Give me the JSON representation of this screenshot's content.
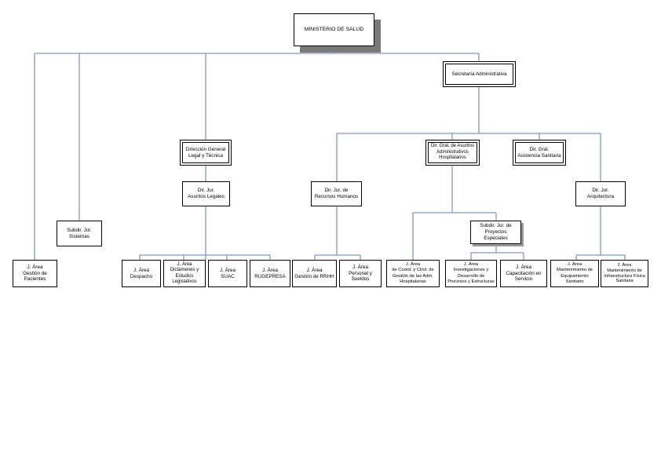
{
  "org_chart": {
    "root": "MINISTERIO DE SALUD",
    "secretaria": "Secretaría Administrativa",
    "area_gestion_pacientes": "J. Área\nGestión de\nPacientes",
    "subdir_sistemas": "Subdir. Jur.\nSistemas",
    "dir_general_legal": "Dirección General\nLegal y Técnica",
    "dir_asuntos_legales": "Dir. Jur.\nAsuntos Legales",
    "area_despacho": "J. Área\nDespacho",
    "area_dictamenes": "J. Área\nDictámenes y\nEstudios\nLegislativos",
    "area_suac": "J. Área\nSUAC",
    "area_rugepresa": "J. Área\nRUGEPRESA",
    "dir_rrhh": "Dir. Jur. de\nRecursos Humanos",
    "area_gestion_rrhh": "J. Área\nGestión de RRHH",
    "area_personal": "J. Área\nPersonal y\nSueldos",
    "dir_gral_hospitalarios": "Dir. Gral. de Asuntos\nAdministrativos\nHospitalarios",
    "dir_gral_asistencia": "Dir. Gral.\nAsistencia Sanitaria",
    "subdir_proyectos": "Subdir. Jur. de\nProyectos Especiales",
    "area_coord": "J. Área\nde Coord. y Ctrol. de\nGestión de las Adm.\nHospitalarias",
    "area_investigaciones": "J. Área\nInvestigaciones y\nDesarrollo de\nProcesos y Estructuras",
    "area_capacitacion": "J. Área\nCapacitación en\nServicio",
    "dir_arquitectura": "Dir. Jur.\nArquitectura",
    "area_mant_equipamiento": "J. Área\nMantenimiento de\nEquipamiento\nSanitario",
    "area_mant_infraestructura": "J. Área\nMantenimiento de\nInfraestructura Física\nSanitaria"
  },
  "colors": {
    "connector": "#8196c8",
    "border": "#000000",
    "shadow": "#7a7a7a"
  }
}
